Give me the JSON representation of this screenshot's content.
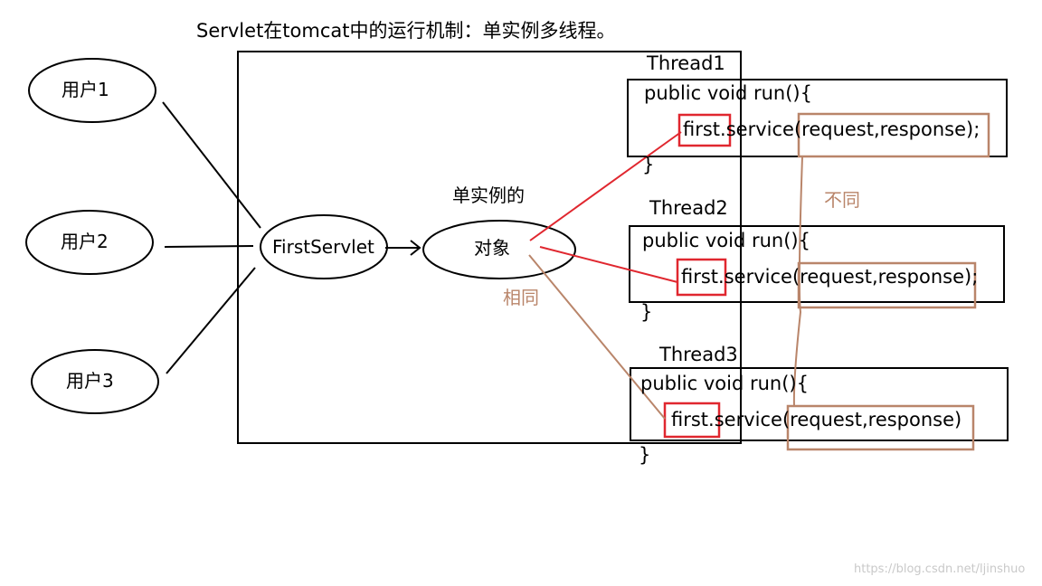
{
  "title": "Servlet在tomcat中的运行机制：单实例多线程。",
  "users": [
    "用户1",
    "用户2",
    "用户3"
  ],
  "servlet": "FirstServlet",
  "instance": {
    "caption": "单实例的",
    "label": "对象"
  },
  "same_label": "相同",
  "different_label": "不同",
  "threads": [
    {
      "name": "Thread1",
      "line1": "public void run(){",
      "obj": "first.",
      "method": "service",
      "args": "(request,response);",
      "close": "}"
    },
    {
      "name": "Thread2",
      "line1": "public void run(){",
      "obj": "first.",
      "method": "service",
      "args": "(request,response);",
      "close": "}"
    },
    {
      "name": "Thread3",
      "line1": "public void run(){",
      "obj": "first.",
      "method": "service",
      "args": "(request,response)",
      "close": "}"
    }
  ],
  "watermark": "https://blog.csdn.net/ljinshuo",
  "colors": {
    "line": "#000000",
    "highlight": "#e0272f",
    "annotation": "#b9856a"
  }
}
